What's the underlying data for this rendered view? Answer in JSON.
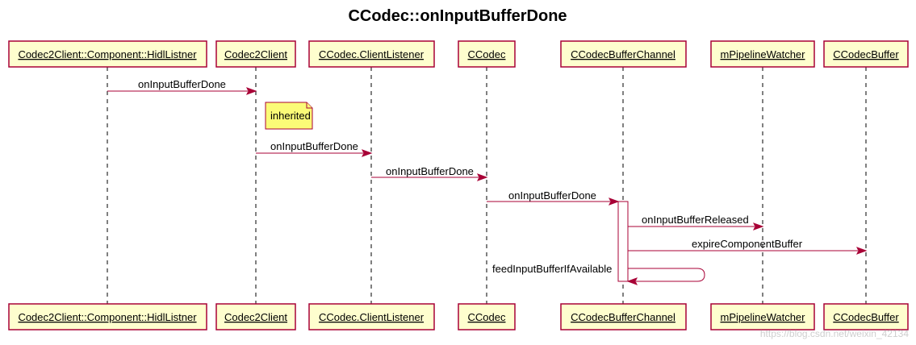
{
  "title": "CCodec::onInputBufferDone",
  "participants": [
    {
      "id": "hidl",
      "name": "Codec2Client::Component::HidlListner"
    },
    {
      "id": "client",
      "name": "Codec2Client"
    },
    {
      "id": "listener",
      "name": "CCodec.ClientListener"
    },
    {
      "id": "ccodec",
      "name": "CCodec"
    },
    {
      "id": "channel",
      "name": "CCodecBufferChannel"
    },
    {
      "id": "watcher",
      "name": "mPipelineWatcher"
    },
    {
      "id": "buffer",
      "name": "CCodecBuffer"
    }
  ],
  "messages": [
    {
      "from": "hidl",
      "to": "client",
      "label": "onInputBufferDone"
    },
    {
      "from": "client",
      "to": "listener",
      "label": "onInputBufferDone"
    },
    {
      "from": "listener",
      "to": "ccodec",
      "label": "onInputBufferDone"
    },
    {
      "from": "ccodec",
      "to": "channel",
      "label": "onInputBufferDone"
    },
    {
      "from": "channel",
      "to": "watcher",
      "label": "onInputBufferReleased"
    },
    {
      "from": "channel",
      "to": "buffer",
      "label": "expireComponentBuffer"
    },
    {
      "from": "channel",
      "to": "channel",
      "label": "feedInputBufferIfAvailable"
    }
  ],
  "note": {
    "over": "client",
    "text": "inherited"
  },
  "watermark": "https://blog.csdn.net/weixin_42134"
}
